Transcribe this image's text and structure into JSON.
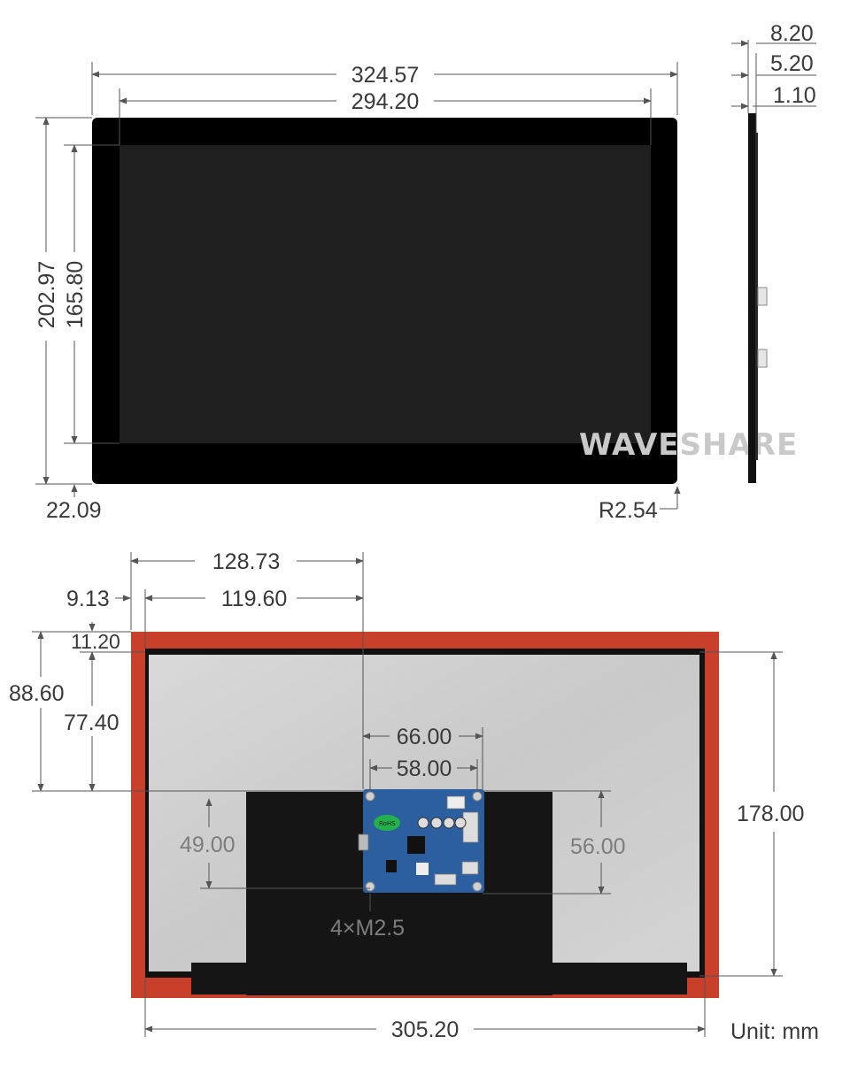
{
  "front_view": {
    "overall_width": "324.57",
    "active_area_width": "294.20",
    "overall_height": "202.97",
    "active_area_height": "165.80",
    "bottom_bezel": "22.09",
    "corner_radius": "R2.54",
    "watermark": "WAVESHARE"
  },
  "side_view": {
    "total_thickness": "8.20",
    "panel_thickness": "5.20",
    "glass_thickness": "1.10"
  },
  "back_view": {
    "hole_offset_outer": "128.73",
    "hole_offset_inner": "119.60",
    "left_edge_offset": "9.13",
    "top_edge_offset": "11.20",
    "hole_height_outer": "88.60",
    "hole_height_inner": "77.40",
    "hole_spacing_x_outer": "66.00",
    "hole_spacing_x_inner": "58.00",
    "hole_spacing_y_inner": "49.00",
    "hole_spacing_y_outer": "56.00",
    "back_height": "178.00",
    "back_width": "305.20",
    "screw_spec": "4×M2.5",
    "unit": "Unit: mm",
    "pcb_badge": "RoHS"
  },
  "colors": {
    "screen_black": "#000000",
    "screen_glass": "#1f1f1f",
    "back_frame_red": "#c8402a",
    "back_plate_grey": "#cfcfcf",
    "tape_black": "#111111",
    "pcb_blue": "#2b5fa0"
  }
}
